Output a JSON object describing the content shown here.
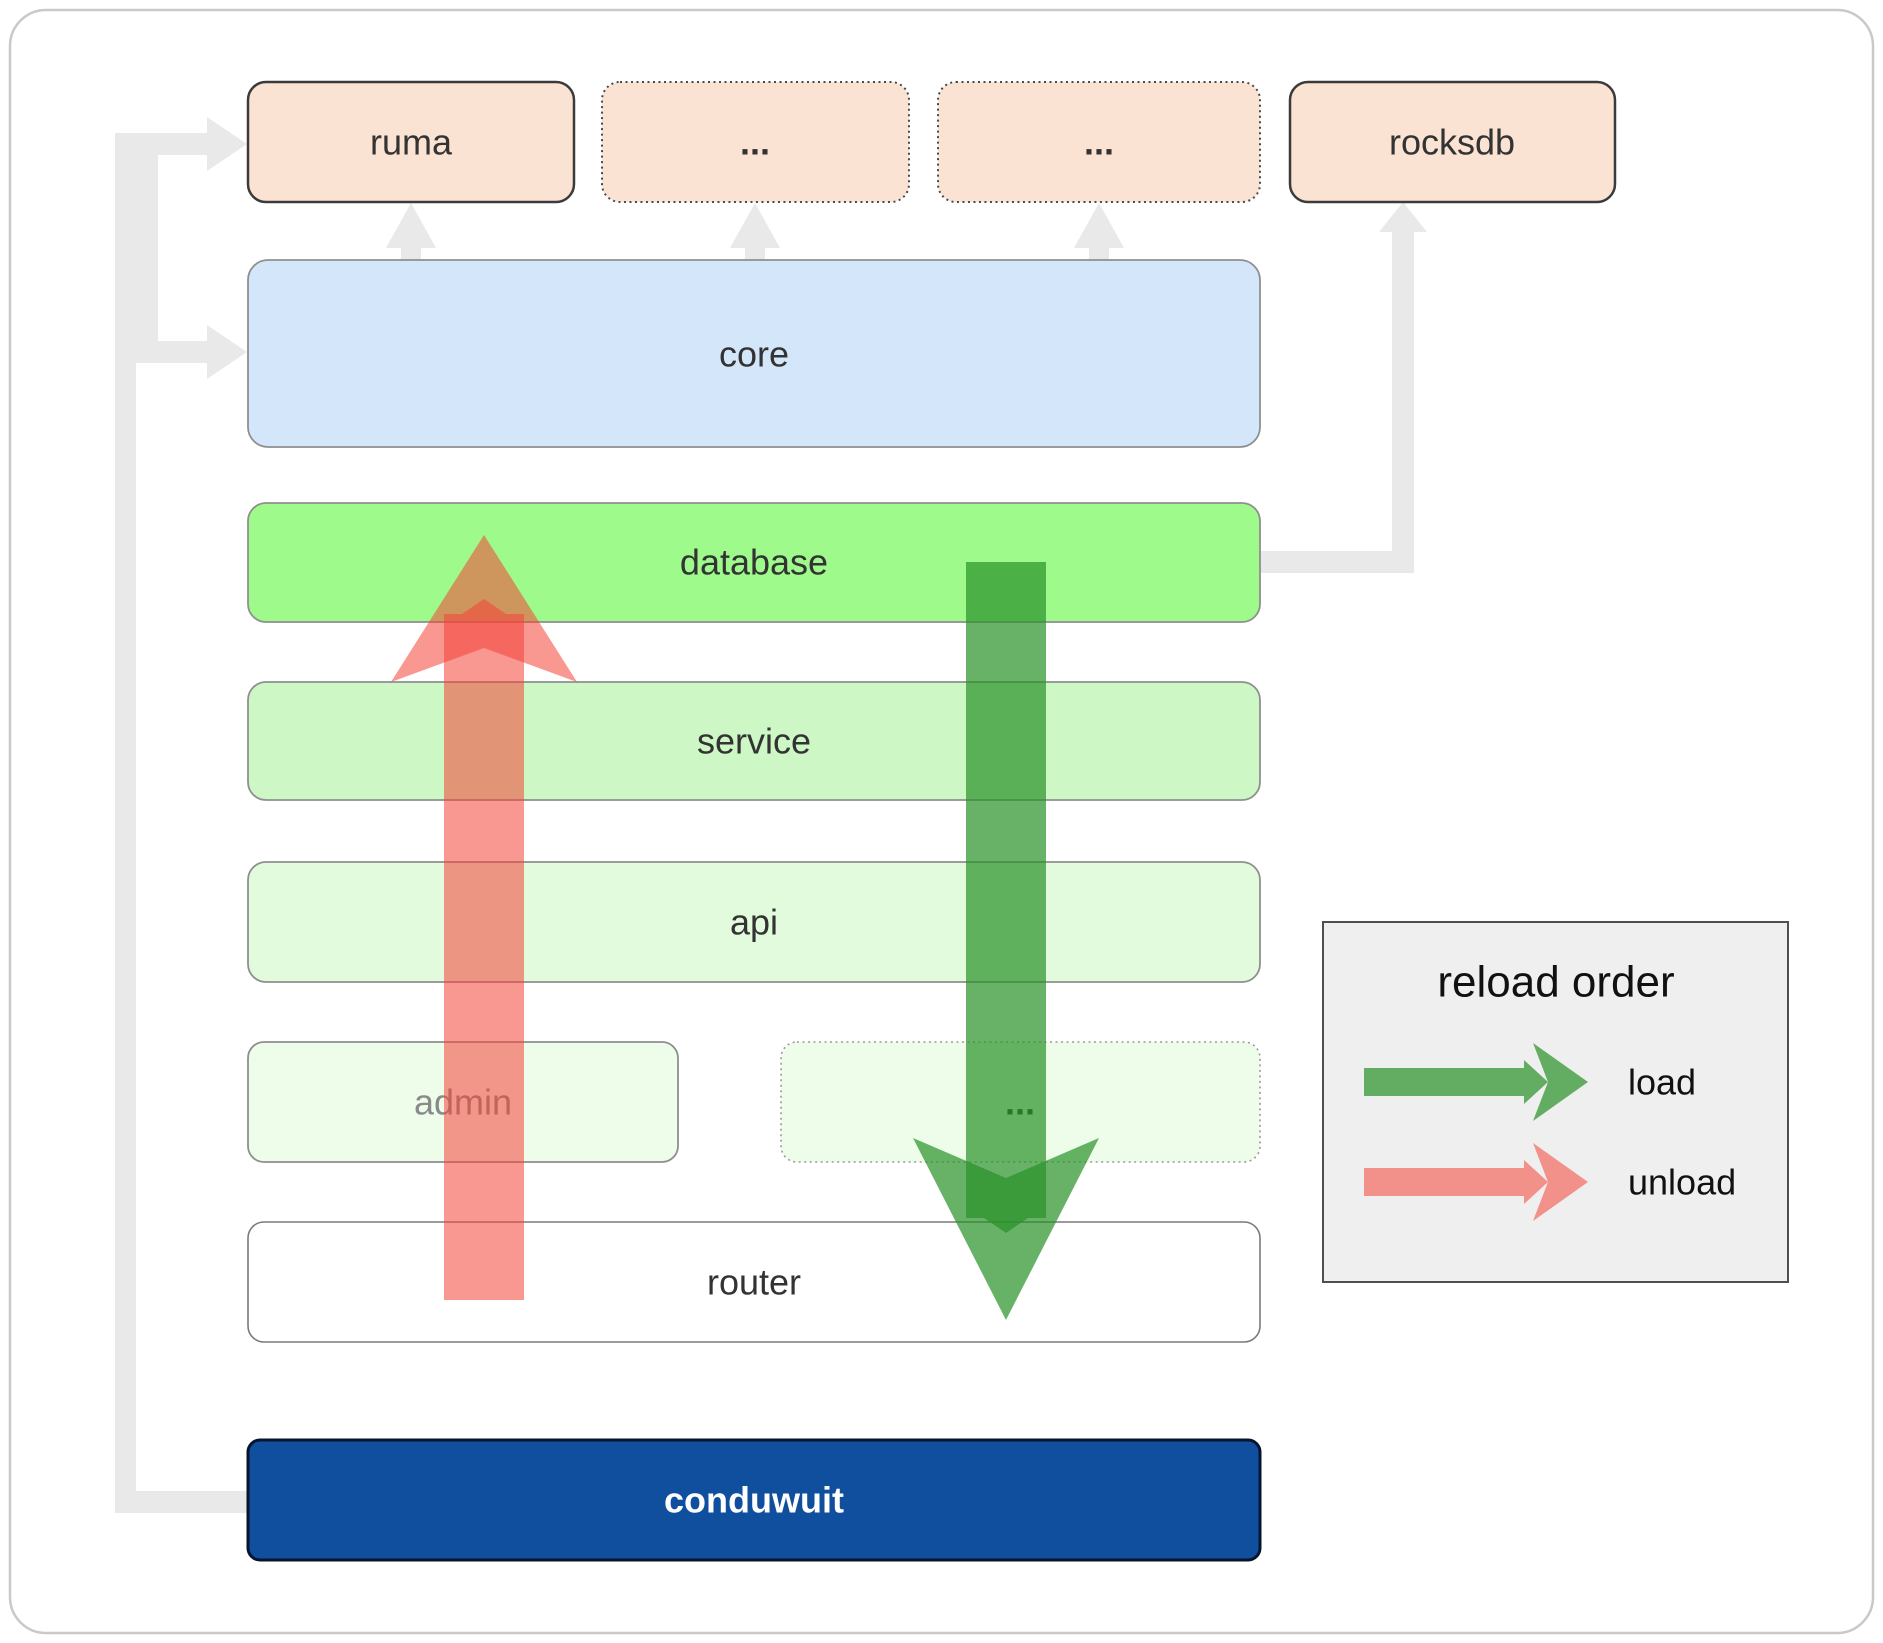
{
  "boxes": {
    "ruma": "ruma",
    "ext_top_1": "...",
    "ext_top_2": "...",
    "rocksdb": "rocksdb",
    "core": "core",
    "database": "database",
    "service": "service",
    "api": "api",
    "admin": "admin",
    "ext_admin": "...",
    "router": "router",
    "conduwuit": "conduwuit"
  },
  "legend": {
    "title": "reload order",
    "load_label": "load",
    "unload_label": "unload"
  },
  "colors": {
    "peach_box_fill": "#fbe3d4",
    "core_fill": "#d4e7fa",
    "database_fill": "#9ffa8c",
    "service_fill": "#cdf8c6",
    "api_fill": "#e2fbdd",
    "admin_fill": "#eefdea",
    "router_fill": "#ffffff",
    "conduwuit_fill": "#0f4f9d",
    "load_arrow": "#289128",
    "unload_arrow": "#f44236",
    "connector": "#e9e9e9",
    "legend_fill": "#efefef"
  }
}
